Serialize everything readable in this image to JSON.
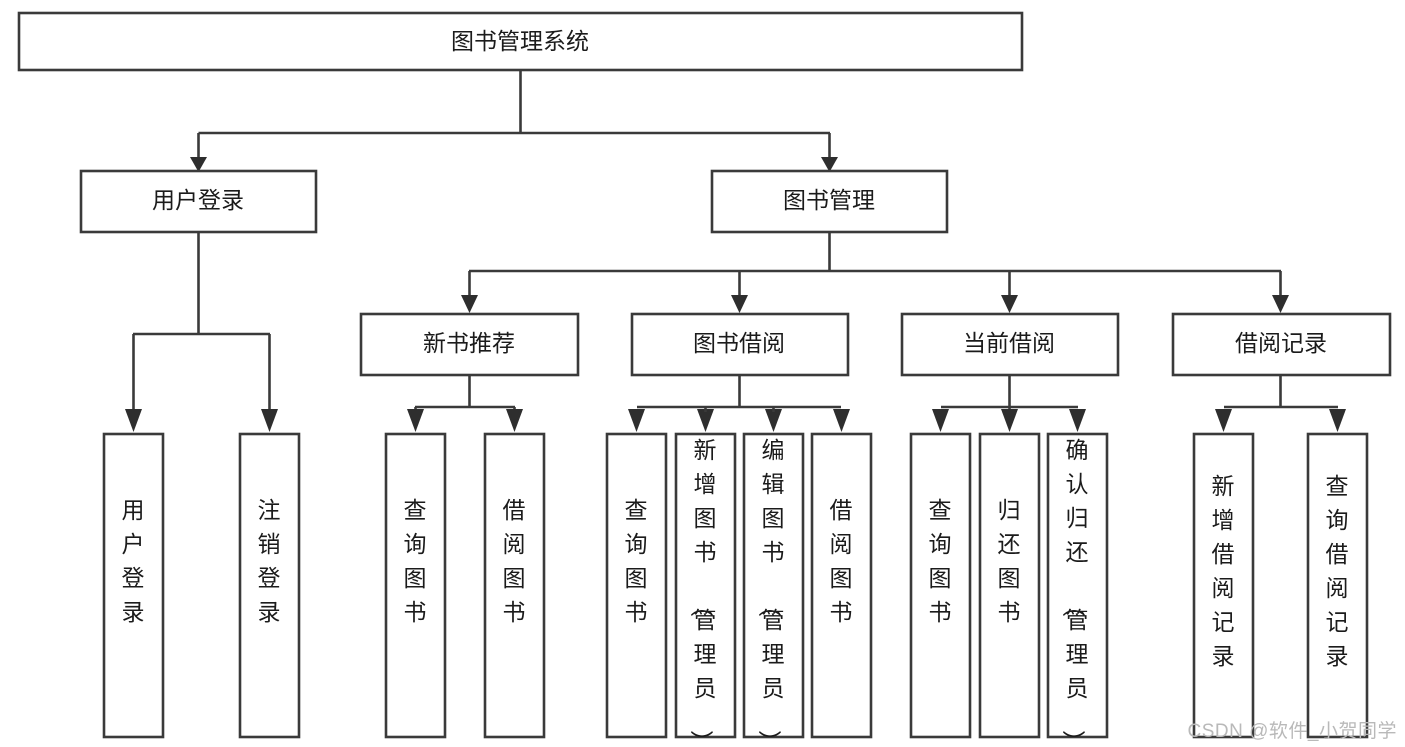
{
  "diagram": {
    "title": "图书管理系统",
    "watermark": "CSDN @软件_小贺同学",
    "type": "tree-hierarchy-diagram",
    "colors": {
      "box_stroke": "#3a3a3a",
      "box_fill": "#ffffff",
      "text": "#1b1b1b",
      "connector": "#3a3a3a",
      "watermark": "#b9b9b9",
      "background": "#ffffff"
    },
    "root": {
      "label": "图书管理系统"
    },
    "level1": [
      {
        "label": "用户登录"
      },
      {
        "label": "图书管理"
      }
    ],
    "level2": [
      {
        "label": "新书推荐"
      },
      {
        "label": "图书借阅"
      },
      {
        "label": "当前借阅"
      },
      {
        "label": "借阅记录"
      }
    ],
    "leaves": {
      "user_login": [
        {
          "label": "用户登录"
        },
        {
          "label": "注销登录"
        }
      ],
      "new_book_recommend": [
        {
          "label": "查询图书"
        },
        {
          "label": "借阅图书"
        }
      ],
      "book_borrow": [
        {
          "label": "查询图书"
        },
        {
          "label": "新增图书（管理员）"
        },
        {
          "label": "编辑图书（管理员）"
        },
        {
          "label": "借阅图书"
        }
      ],
      "current_borrow": [
        {
          "label": "查询图书"
        },
        {
          "label": "归还图书"
        },
        {
          "label": "确认归还（管理员）"
        }
      ],
      "borrow_record": [
        {
          "label": "新增借阅记录"
        },
        {
          "label": "查询借阅记录"
        }
      ]
    }
  }
}
